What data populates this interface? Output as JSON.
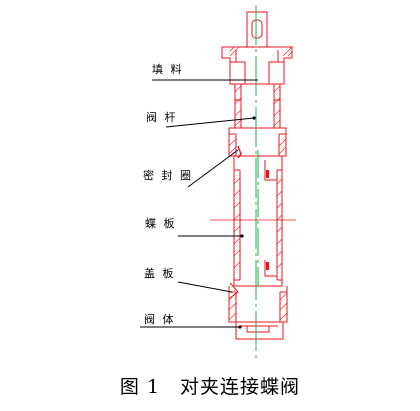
{
  "labels": {
    "packing": "填 料",
    "stem": "阀 杆",
    "seal_ring": "密 封 圈",
    "disc": "蝶 板",
    "cover_plate": "盖 板",
    "body": "阀 体"
  },
  "caption": "图 1　对夹连接蝶阀",
  "colors": {
    "body_outline": "#e8161b",
    "centerline": "#18b34a",
    "leader": "#000000"
  }
}
